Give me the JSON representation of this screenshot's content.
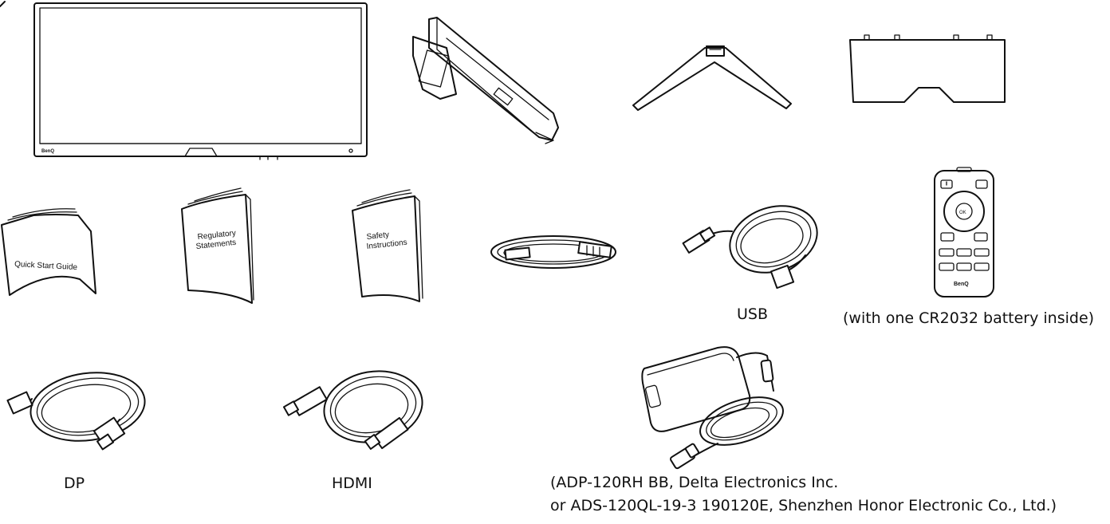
{
  "items": {
    "monitor": {
      "brand": "BenQ"
    },
    "quick_start_guide": {
      "title": "Quick Start Guide"
    },
    "regulatory_statements": {
      "title_line1": "Regulatory",
      "title_line2": "Statements"
    },
    "safety_instructions": {
      "title_line1": "Safety",
      "title_line2": "Instructions"
    },
    "usb_cable": {
      "caption": "USB"
    },
    "remote_control": {
      "brand": "BenQ",
      "ok_label": "OK",
      "caption": "(with one CR2032 battery inside)"
    },
    "dp_cable": {
      "caption": "DP"
    },
    "hdmi_cable": {
      "caption": "HDMI"
    },
    "power_adapter": {
      "caption_line1": "(ADP-120RH BB, Delta Electronics Inc.",
      "caption_line2": "or ADS-120QL-19-3 190120E, Shenzhen Honor Electronic Co., Ltd.)"
    }
  }
}
